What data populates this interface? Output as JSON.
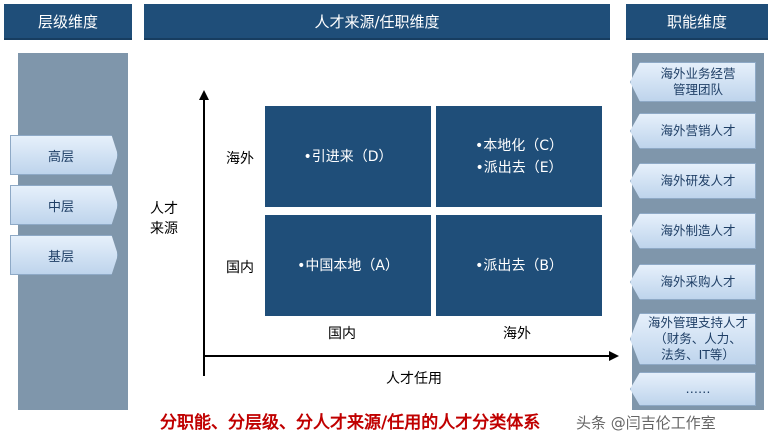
{
  "headers": {
    "left": "层级维度",
    "middle": "人才来源/任职维度",
    "right": "职能维度"
  },
  "levels": [
    "高层",
    "中层",
    "基层"
  ],
  "functions": [
    "海外业务经营\n管理团队",
    "海外营销人才",
    "海外研发人才",
    "海外制造人才",
    "海外采购人才",
    "海外管理支持人才\n（财务、人力、\n法务、IT等）",
    "……"
  ],
  "matrix": {
    "y_axis_label": "人才\n来源",
    "x_axis_label": "人才任用",
    "y_ticks": [
      "海外",
      "国内"
    ],
    "x_ticks": [
      "国内",
      "海外"
    ],
    "quadrants": {
      "top_left": [
        "•引进来（D）"
      ],
      "top_right": [
        "•本地化（C）",
        "•派出去（E）"
      ],
      "bottom_left": [
        "•中国本地（A）"
      ],
      "bottom_right": [
        "•派出去（B）"
      ]
    }
  },
  "caption": "分职能、分层级、分人才来源/任用的人才分类体系",
  "watermark": "头条 @闫吉伦工作室"
}
